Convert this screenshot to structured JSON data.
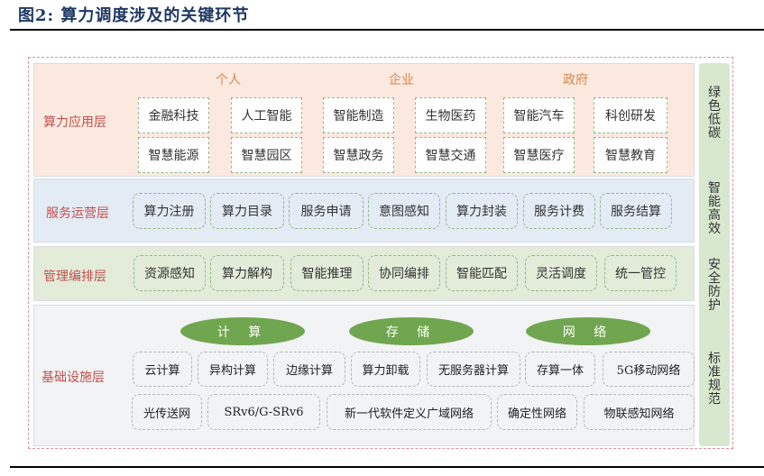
{
  "title": "图2:  算力调度涉及的关键环节",
  "layers": {
    "application": {
      "label": "算力应用层",
      "headers": [
        "个人",
        "企业",
        "政府"
      ],
      "items": [
        "金融科技",
        "人工智能",
        "智能制造",
        "生物医药",
        "智能汽车",
        "科创研发",
        "智慧能源",
        "智慧园区",
        "智慧政务",
        "智慧交通",
        "智慧医疗",
        "智慧教育"
      ]
    },
    "service": {
      "label": "服务运营层",
      "items": [
        "算力注册",
        "算力目录",
        "服务申请",
        "意图感知",
        "算力封装",
        "服务计费",
        "服务结算"
      ]
    },
    "management": {
      "label": "管理编排层",
      "items": [
        "资源感知",
        "算力解构",
        "智能推理",
        "协同编排",
        "智能匹配",
        "灵活调度",
        "统一管控"
      ]
    },
    "infrastructure": {
      "label": "基础设施层",
      "categories": [
        "计 算",
        "存 储",
        "网 络"
      ],
      "row1": [
        "云计算",
        "异构计算",
        "边缘计算",
        "算力卸载",
        "无服务器计算",
        "存算一体",
        "5G移动网络"
      ],
      "row2": [
        "光传送网",
        "SRv6/G-SRv6",
        "新一代软件定义广域网络",
        "确定性网络",
        "物联感知网络"
      ]
    }
  },
  "side": [
    "绿色低碳",
    "智能高效",
    "安全防护",
    "标准规范"
  ],
  "colors": {
    "title": "#1f3864",
    "layer_label": "#c0504d",
    "header": "#d9864a",
    "ellipse": "#70a64f",
    "side": "#d7e8cf"
  }
}
